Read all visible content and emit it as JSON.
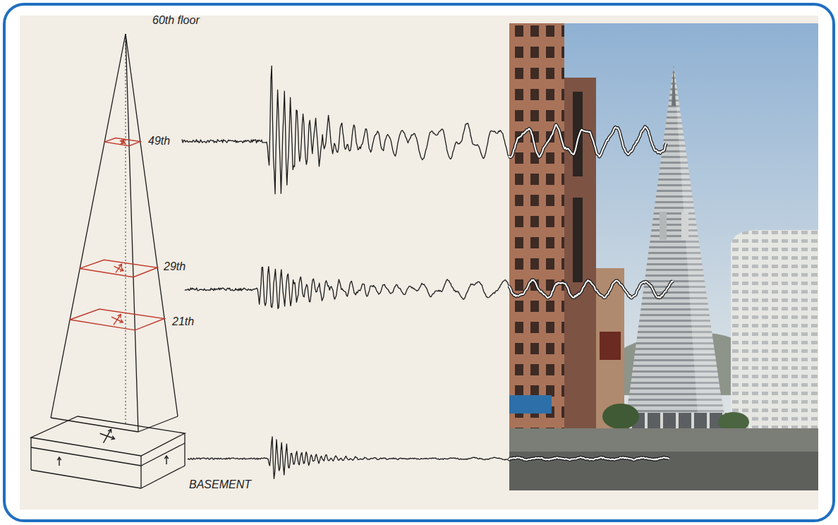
{
  "diagram": {
    "labels": [
      "60th floor",
      "49th",
      "29th",
      "21th",
      "BASEMENT"
    ]
  }
}
